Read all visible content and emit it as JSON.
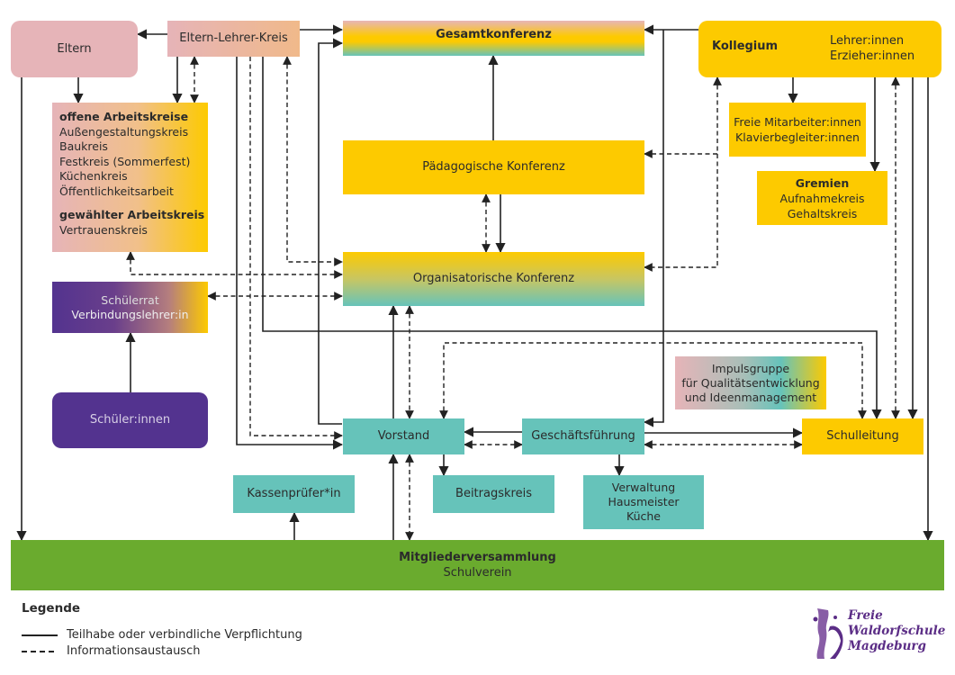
{
  "nodes": {
    "eltern": "Eltern",
    "elk": "Eltern-Lehrer-Kreis",
    "gesamt": "Gesamtkonferenz",
    "kollegium": {
      "title": "Kollegium",
      "line1": "Lehrer:innen",
      "line2": "Erzieher:innen"
    },
    "ak": {
      "title1": "offene Arbeitskreise",
      "items": [
        "Außengestaltungskreis",
        "Baukreis",
        "Festkreis (Sommerfest)",
        "Küchenkreis",
        "Öffentlichkeitsarbeit"
      ],
      "title2": "gewählter Arbeitskreis",
      "item2": "Vertrauenskreis"
    },
    "freie": {
      "line1": "Freie Mitarbeiter:innen",
      "line2": "Klavierbegleiter:innen"
    },
    "gremien": {
      "title": "Gremien",
      "line1": "Aufnahmekreis",
      "line2": "Gehaltskreis"
    },
    "paed": "Pädagogische Konferenz",
    "orga": "Organisatorische Konferenz",
    "schuelerrat": {
      "line1": "Schülerrat",
      "line2": "Verbindungslehrer:in"
    },
    "schueler": "Schüler:innen",
    "impuls": {
      "line1": "Impulsgruppe",
      "line2": "für Qualitätsentwicklung",
      "line3": "und Ideenmanagement"
    },
    "vorstand": "Vorstand",
    "gf": "Geschäftsführung",
    "schulleitung": "Schulleitung",
    "kasse": "Kassenprüfer*in",
    "beitrag": "Beitragskreis",
    "verwaltung": {
      "line1": "Verwaltung",
      "line2": "Hausmeister",
      "line3": "Küche"
    },
    "mv": {
      "title": "Mitgliederversammlung",
      "sub": "Schulverein"
    }
  },
  "legend": {
    "title": "Legende",
    "solid": "Teilhabe oder verbindliche Verpflichtung",
    "dashed": "Informationsaustausch"
  },
  "logo": {
    "line1": "Freie",
    "line2": "Waldorfschule",
    "line3": "Magdeburg"
  },
  "colors": {
    "pink": "#e6b4b8",
    "yellow": "#fdca00",
    "teal": "#66c3ba",
    "purple": "#53338f",
    "green": "#6aab2e",
    "logo_purple": "#5b2d86"
  }
}
